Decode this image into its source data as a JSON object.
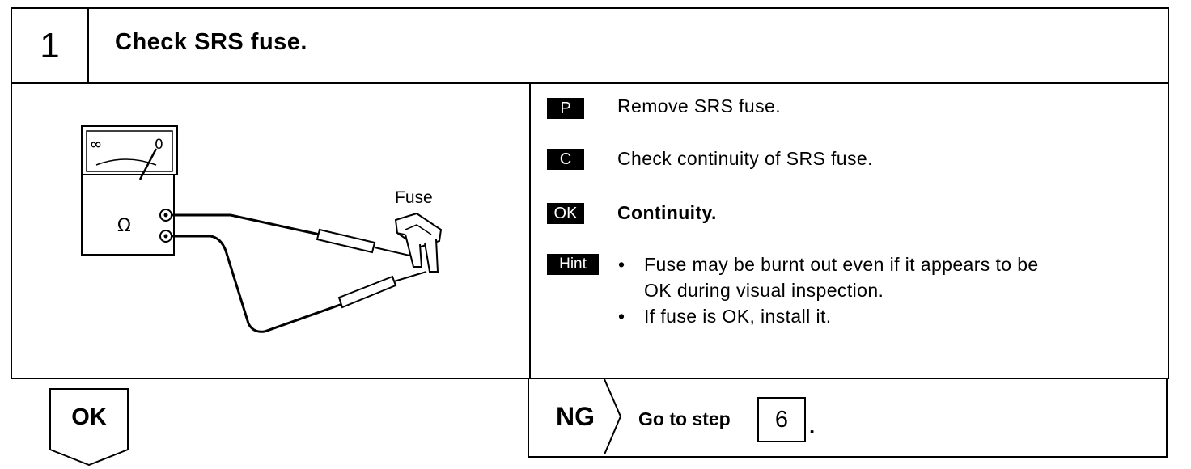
{
  "step": {
    "number": "1",
    "title": "Check SRS fuse."
  },
  "illustration": {
    "fuse_label": "Fuse",
    "meter_scale_left": "∞",
    "meter_scale_right": "0",
    "meter_symbol": "Ω"
  },
  "instructions": {
    "prepare": {
      "tag": "P",
      "text": "Remove SRS fuse."
    },
    "check": {
      "tag": "C",
      "text": "Check continuity of SRS fuse."
    },
    "ok": {
      "tag": "OK",
      "text": "Continuity."
    },
    "hint": {
      "tag": "Hint",
      "bullet_symbol": "•",
      "item1_line1": "Fuse may be burnt out even if it appears to be",
      "item1_line2": "OK during visual inspection.",
      "item2": "If fuse is OK, install it."
    }
  },
  "ok_result": {
    "label": "OK"
  },
  "ng_result": {
    "label": "NG",
    "goto_text": "Go to step",
    "goto_step": "6",
    "period": "."
  }
}
